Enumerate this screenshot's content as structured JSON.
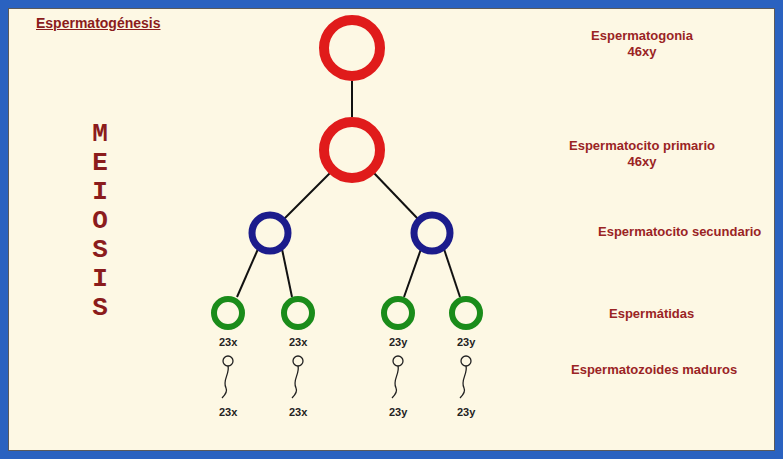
{
  "diagram": {
    "title": "Espermatogénesis",
    "labels": [
      "MEIOSIS",
      "Espermatogonia 46xy",
      "Espermatocito primario 46xy",
      "Espermatocito secundario",
      "23x",
      "23x",
      "23y",
      "23y",
      "Espermátidas",
      "23x",
      "23x",
      "23y",
      "23y",
      "Espermatozoides maduros"
    ]
  }
}
